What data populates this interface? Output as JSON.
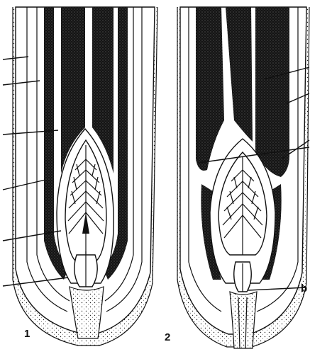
{
  "figure_labels": {
    "left": "1",
    "right": "2"
  },
  "right_callout_letter": "b",
  "colors": {
    "ink": "#111111",
    "paper": "#ffffff"
  }
}
